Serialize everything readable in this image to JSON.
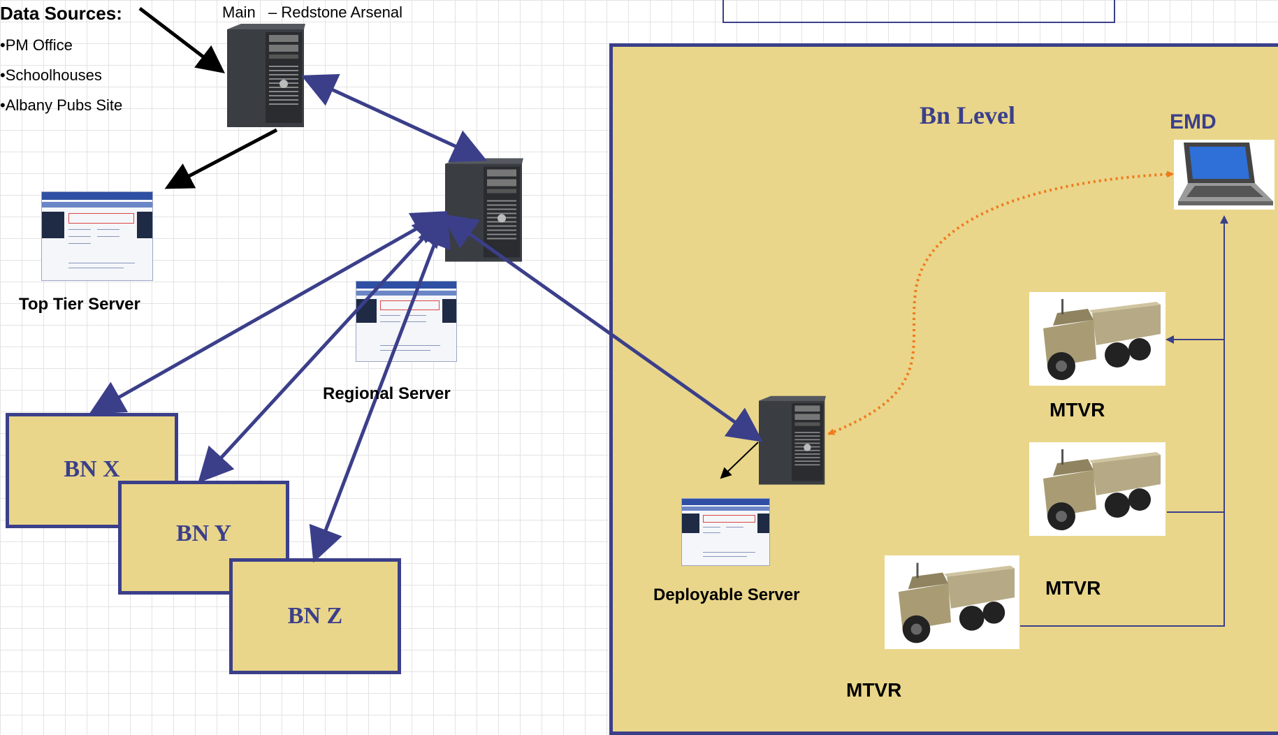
{
  "labels": {
    "data_sources_title": "Data Sources",
    "data_sources_colon": ":",
    "main_server_caption": "Main   – Redstone Arsenal",
    "top_tier_server": "Top Tier Server",
    "regional_server": "Regional Server",
    "deployable_server": "Deployable Server",
    "bn_level": "Bn Level",
    "emd": "EMD",
    "mtvr_1": "MTVR",
    "mtvr_2": "MTVR",
    "mtvr_3": "MTVR"
  },
  "data_sources": [
    "•PM Office",
    "•Schoolhouses",
    "•Albany Pubs Site"
  ],
  "battalions": [
    "BN X",
    "BN Y",
    "BN Z"
  ],
  "colors": {
    "panel_fill": "#e9d68a",
    "panel_border": "#3b3f8a",
    "link_arrow": "#3b3f8a",
    "wireless_link": "#f07a1e",
    "black_arrow": "#000000"
  }
}
